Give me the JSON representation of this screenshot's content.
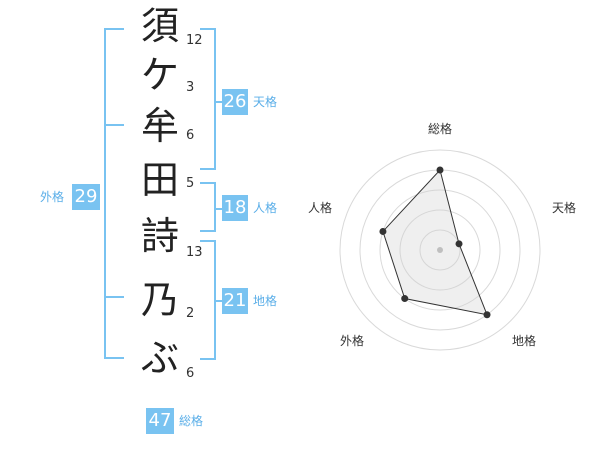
{
  "name": {
    "chars": [
      {
        "char": "須",
        "strokes": "12"
      },
      {
        "char": "ケ",
        "strokes": "3"
      },
      {
        "char": "牟",
        "strokes": "6"
      },
      {
        "char": "田",
        "strokes": "5"
      },
      {
        "char": "詩",
        "strokes": "13"
      },
      {
        "char": "乃",
        "strokes": "2"
      },
      {
        "char": "ぶ",
        "strokes": "6"
      }
    ]
  },
  "fortunes": {
    "tenkaku": {
      "value": "26",
      "label": "天格"
    },
    "jinkaku": {
      "value": "18",
      "label": "人格"
    },
    "chikaku": {
      "value": "21",
      "label": "地格"
    },
    "gaikaku": {
      "value": "29",
      "label": "外格"
    },
    "soukaku": {
      "value": "47",
      "label": "総格"
    }
  },
  "radar": {
    "axes": [
      "総格",
      "天格",
      "地格",
      "外格",
      "人格"
    ],
    "values": [
      4,
      1,
      4,
      3,
      3
    ],
    "max": 5
  },
  "colors": {
    "accent": "#79c3f1",
    "label": "#5aaee8"
  }
}
